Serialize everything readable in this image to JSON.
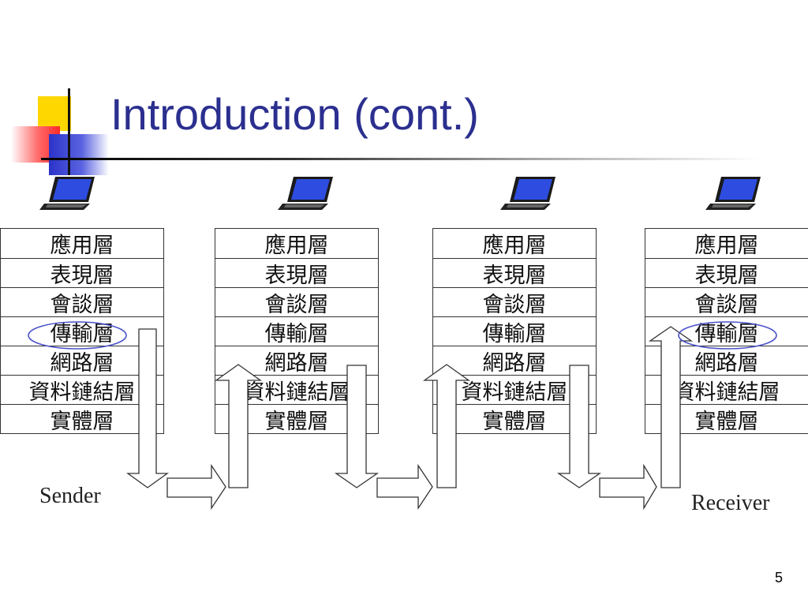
{
  "slide": {
    "title": "Introduction (cont.)",
    "page_number": "5"
  },
  "layers": [
    "應用層",
    "表現層",
    "會談層",
    "傳輸層",
    "網路層",
    "資料鏈結層",
    "實體層"
  ],
  "captions": {
    "sender": "Sender",
    "receiver": "Receiver"
  },
  "colors": {
    "title": "#2b2f8f",
    "highlight_circle": "#4a52c8"
  },
  "icons": [
    "laptop-icon",
    "laptop-icon",
    "laptop-icon",
    "laptop-icon"
  ]
}
